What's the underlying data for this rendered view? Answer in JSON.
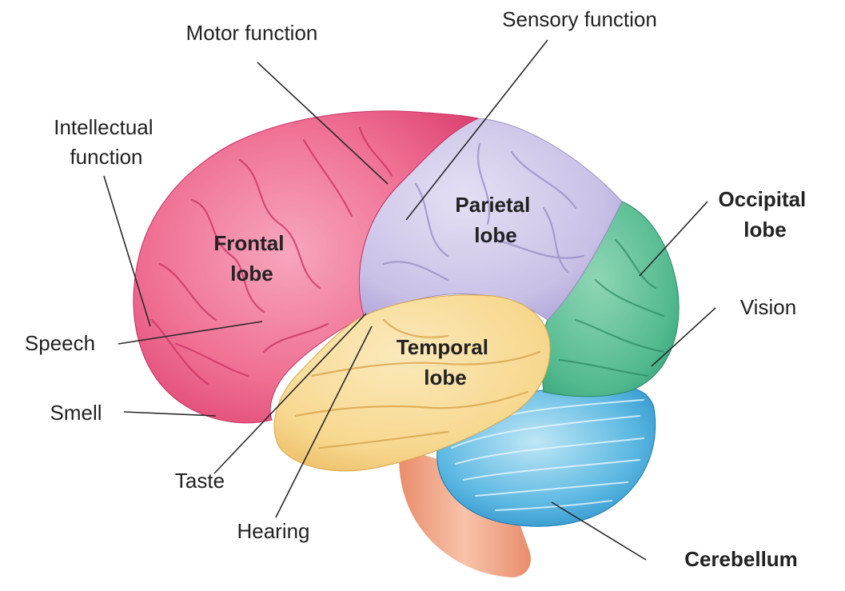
{
  "lobes": {
    "frontal": [
      "Frontal",
      "lobe"
    ],
    "parietal": [
      "Parietal",
      "lobe"
    ],
    "temporal": [
      "Temporal",
      "lobe"
    ],
    "occipital": [
      "Occipital",
      "lobe"
    ],
    "cerebellum": "Cerebellum"
  },
  "functions": {
    "motor": "Motor function",
    "sensory": "Sensory function",
    "intellectual": [
      "Intellectual",
      "function"
    ],
    "speech": "Speech",
    "smell": "Smell",
    "taste": "Taste",
    "hearing": "Hearing",
    "vision": "Vision"
  },
  "colors": {
    "frontal": "#ef6e92",
    "parietal": "#c9c1e6",
    "temporal": "#f7d88f",
    "occipital": "#52b98f",
    "cerebellum": "#3fa6d9",
    "brainstem": "#f2a98c",
    "text": "#222222"
  }
}
